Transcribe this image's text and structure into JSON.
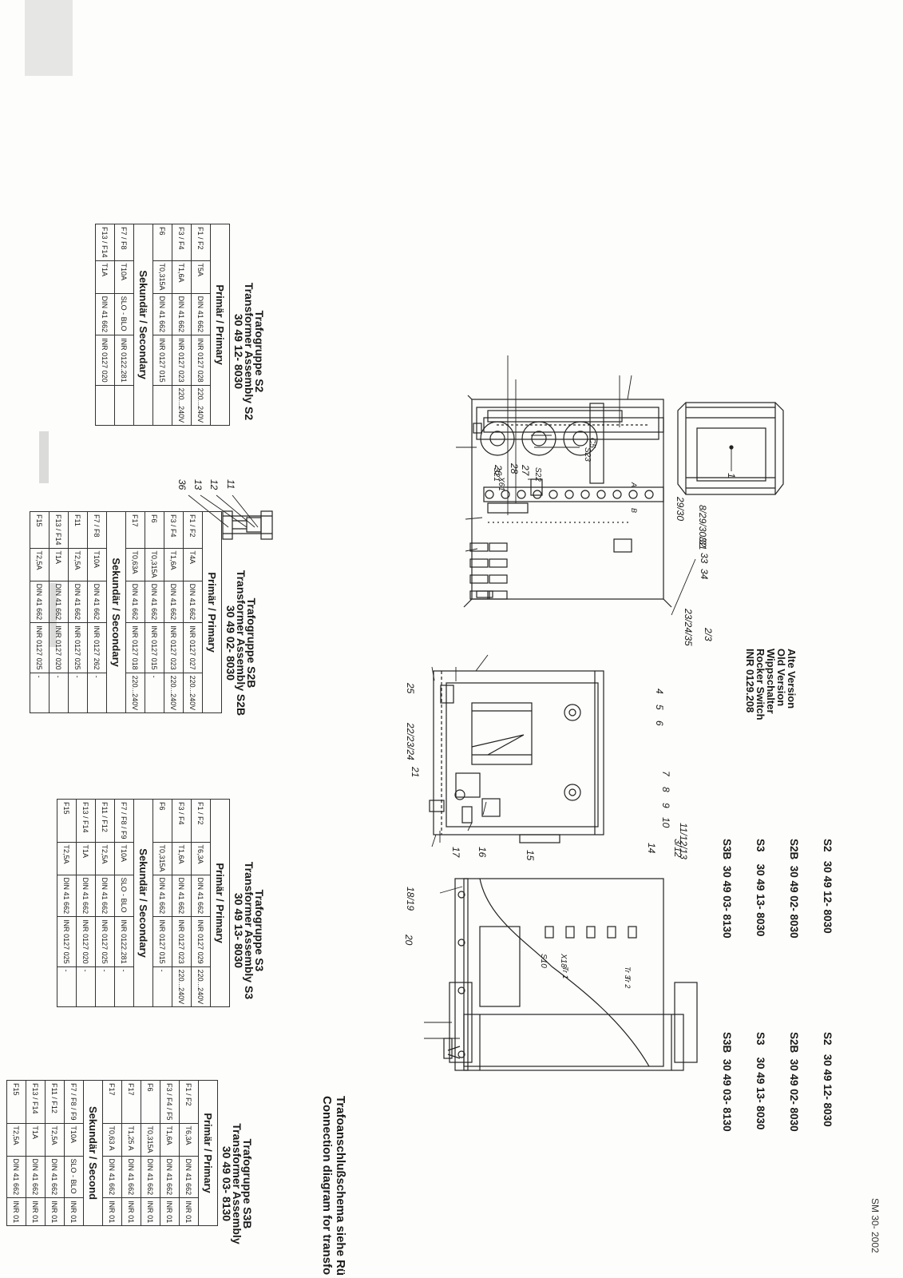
{
  "doc_id": "SM 30- 2002",
  "model_list_top": [
    "S2   30 49 12- 8030",
    "S2B  30 49 02- 8030",
    "S3    30 49 13- 8030",
    "S3B  30 49 03- 8130"
  ],
  "model_list_bottom": [
    "S2   30 49 12- 8030",
    "S2B  30 49 02- 8030",
    "S3    30 49 13- 8030",
    "S3B  30 49 03- 8130"
  ],
  "version_note": [
    "Alte Version",
    "Old Version",
    "Wippschalter",
    "Rocker Switch",
    "INR 0129.208"
  ],
  "connection_note": [
    "Trafoanschlußschema siehe Rü",
    "Connection diagram for transfo"
  ],
  "callouts": {
    "c1": "1",
    "c2_3": "2/3",
    "c4": "4",
    "c5": "5",
    "c6": "6",
    "c7": "7",
    "c8": "8",
    "c9": "9",
    "c10": "10",
    "c11_12_13": "11/12/13",
    "c3_12": "3/12",
    "c14": "14",
    "c15": "15",
    "c16": "16",
    "c17": "17",
    "c18_19": "18/19",
    "c20": "20",
    "c21": "21",
    "c22_23_24": "22/23/24",
    "c25": "25",
    "c26": "26",
    "c27": "27",
    "c28": "28",
    "c29_30": "29/30",
    "c8_29_30_31": "8/29/30/31",
    "c32": "32",
    "c33": "33",
    "c34": "34",
    "c23_24_35": "23/24/35",
    "c11": "11",
    "c12": "12",
    "c13": "13",
    "c36": "36"
  },
  "panel_labels": {
    "s23": "S23",
    "s22": "S22",
    "s21": "S21",
    "c5": "C5",
    "x61": "X61",
    "a": "A",
    "b": "B",
    "x18": "X18",
    "s10": "S10",
    "tr1": "Tr 1",
    "tr2": "Tr 2",
    "tr3": "Tr 3"
  },
  "fuse_tables": [
    {
      "title": [
        "Trafogruppe S2",
        "Transformer Assembly S2",
        "30 49 12- 8030"
      ],
      "primary_label": "Primär / Primary",
      "primary_rows": [
        [
          "F1 / F2",
          "T5A",
          "DIN 41 662",
          "INR 0127 028",
          "220...240V"
        ],
        [
          "F3 / F4",
          "T1,6A",
          "DIN 41 662",
          "INR 0127 023",
          "220...240V"
        ],
        [
          "F6",
          "T0,315A",
          "DIN 41 662",
          "INR 0127 015",
          ""
        ]
      ],
      "secondary_label": "Sekundär / Secondary",
      "secondary_rows": [
        [
          "F7 / F8",
          "T10A",
          "SLO - BLO",
          "INR 0122.281",
          ""
        ],
        [
          "F13 / F14",
          "T1A",
          "DIN 41 662",
          "INR 0127 020",
          ""
        ]
      ]
    },
    {
      "title": [
        "Trafogruppe S2B",
        "Transformer Assembly S2B",
        "30 49 02- 8030"
      ],
      "primary_label": "Primär / Primary",
      "primary_rows": [
        [
          "F1 / F2",
          "T4A",
          "DIN 41 662",
          "INR 0127 027",
          "220...240V"
        ],
        [
          "F3 / F4",
          "T1,6A",
          "DIN 41 662",
          "INR 0127 023",
          "220...240V"
        ],
        [
          "F6",
          "T0,315A",
          "DIN 41 662",
          "INR 0127 015",
          "-"
        ],
        [
          "F17",
          "T0,63A",
          "DIN 41 662",
          "INR 0127 018",
          "220...240V"
        ]
      ],
      "secondary_label": "Sekundär / Secondary",
      "secondary_rows": [
        [
          "F7 / F8",
          "T10A",
          "DIN 41 662",
          "INR 0127 262",
          "-"
        ],
        [
          "F11",
          "T2,5A",
          "DIN 41 662",
          "INR 0127 025",
          "-"
        ],
        [
          "F13 / F14",
          "T1A",
          "DIN 41 662",
          "INR 0127 020",
          "-"
        ],
        [
          "F15",
          "T2,5A",
          "DIN 41 662",
          "INR 0127 025",
          "-"
        ]
      ]
    },
    {
      "title": [
        "Trafogruppe S3",
        "Transformer Assembly S3",
        "30 49 13- 8030"
      ],
      "primary_label": "Primär / Primary",
      "primary_rows": [
        [
          "F1 / F2",
          "T6,3A",
          "DIN 41 662",
          "INR 0127 029",
          "220...240V"
        ],
        [
          "F3 / F4",
          "T1,6A",
          "DIN 41 662",
          "INR 0127 023",
          "220...240V"
        ],
        [
          "F6",
          "T0,315A",
          "DIN 41 662",
          "INR 0127 015",
          "-"
        ]
      ],
      "secondary_label": "Sekundär / Secondary",
      "secondary_rows": [
        [
          "F7 / F8 / F9",
          "T10A",
          "SLO - BLO",
          "INR 0122.281",
          "-"
        ],
        [
          "F11 / F12",
          "T2,5A",
          "DIN 41 662",
          "INR 0127 025",
          "-"
        ],
        [
          "F13 / F14",
          "T1A",
          "DIN 41 662",
          "INR 0127 020",
          "-"
        ],
        [
          "F15",
          "T2,5A",
          "DIN 41 662",
          "INR 0127 025",
          "-"
        ]
      ]
    },
    {
      "title": [
        "Trafogruppe S3B",
        "Transformer Assembly",
        "30 49 03- 8130"
      ],
      "primary_label": "Primär / Primary",
      "primary_rows": [
        [
          "F1 / F2",
          "T6,3A",
          "DIN 41 662",
          "INR 01"
        ],
        [
          "F3 / F4 / F5",
          "T1,6A",
          "DIN 41 662",
          "INR 01"
        ],
        [
          "F6",
          "T0,315A",
          "DIN 41 662",
          "INR 01"
        ],
        [
          "F17",
          "T1,25 A",
          "DIN 41 662",
          "INR 01"
        ],
        [
          "F17",
          "T0,63 A",
          "DIN 41 662",
          "INR 01"
        ]
      ],
      "secondary_label": "Sekundär / Second",
      "secondary_rows": [
        [
          "F7 / F8 / F9",
          "T10A",
          "SLO - BLO",
          "INR 01"
        ],
        [
          "F11 / F12",
          "T2,5A",
          "DIN 41 662",
          "INR 01"
        ],
        [
          "F13 / F14",
          "T1A",
          "DIN 41 662",
          "INR 01"
        ],
        [
          "F15",
          "T2,5A",
          "DIN 41 662",
          "INR 01"
        ]
      ]
    }
  ]
}
